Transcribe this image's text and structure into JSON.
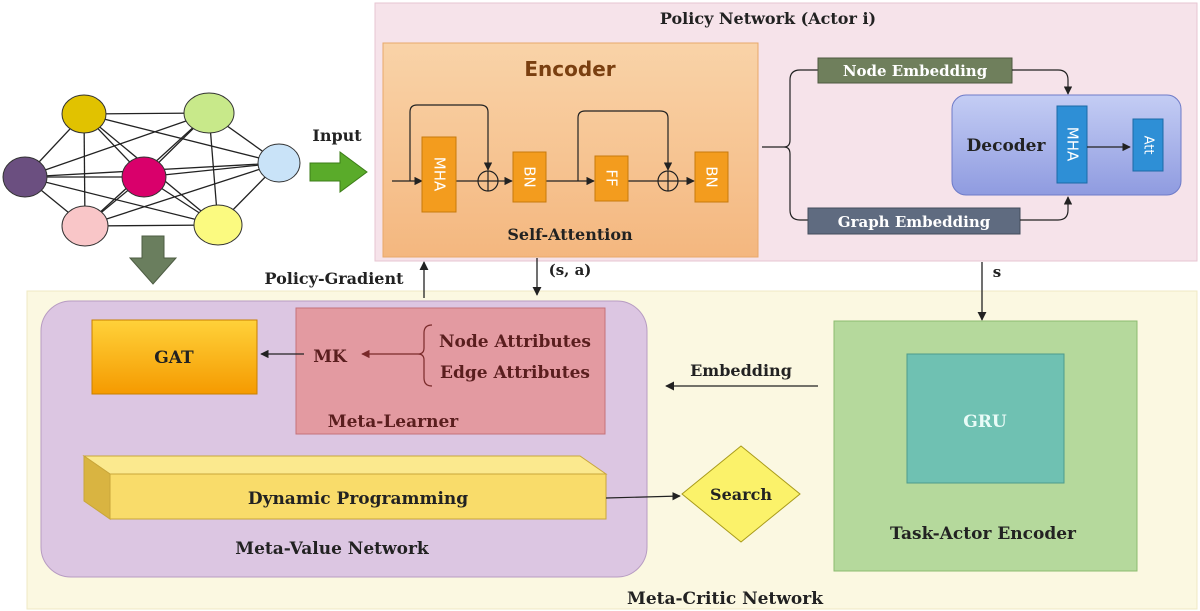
{
  "policy_network": {
    "title": "Policy Network (Actor i)",
    "encoder_title": "Encoder",
    "self_attention_label": "Self-Attention",
    "blocks": {
      "mha": "MHA",
      "bn1": "BN",
      "ff": "FF",
      "bn2": "BN"
    },
    "node_embedding_label": "Node Embedding",
    "graph_embedding_label": "Graph Embedding",
    "decoder_label": "Decoder",
    "decoder_mha_label": "MHA",
    "att_label": "Att"
  },
  "arrows": {
    "input_label": "Input",
    "policy_gradient_label": "Policy-Gradient",
    "state_action_label": "(s, a)",
    "state_label": "s",
    "embedding_label": "Embedding"
  },
  "meta_critic": {
    "title": "Meta-Critic Network",
    "meta_value_title": "Meta-Value Network",
    "gat_label": "GAT",
    "mk_label": "MK",
    "node_attributes_label": "Node Attributes",
    "edge_attributes_label": "Edge Attributes",
    "meta_learner_label": "Meta-Learner",
    "dynamic_programming_label": "Dynamic Programming",
    "search_label": "Search",
    "gru_label": "GRU",
    "task_actor_encoder_label": "Task-Actor Encoder"
  },
  "colors": {
    "policy_bg": "#f6e3ea",
    "encoder_bg": "#f6c89a",
    "block_orange": "#f39c1e",
    "node_embed": "#6f7f5c",
    "graph_embed": "#5f6b80",
    "decoder_bg": "#a9b4e8",
    "mha_blue": "#2e8fd6",
    "critic_bg": "#fbf8e1",
    "meta_value_bg": "#dcc6e2",
    "meta_learner_bg": "#e39aa1",
    "gat": "#f8b21a",
    "dp": "#f9dc6a",
    "search": "#fbf26a",
    "task_actor_bg": "#b5d99c",
    "gru": "#6fc1b2",
    "arrow_green": "#5aab2a",
    "arrow_olive": "#6a7e5e",
    "graph_nodes": [
      "#e1c200",
      "#c8e98a",
      "#6b4f80",
      "#d9006b",
      "#c9e3f8",
      "#f9c6c8",
      "#fbfa80"
    ]
  }
}
